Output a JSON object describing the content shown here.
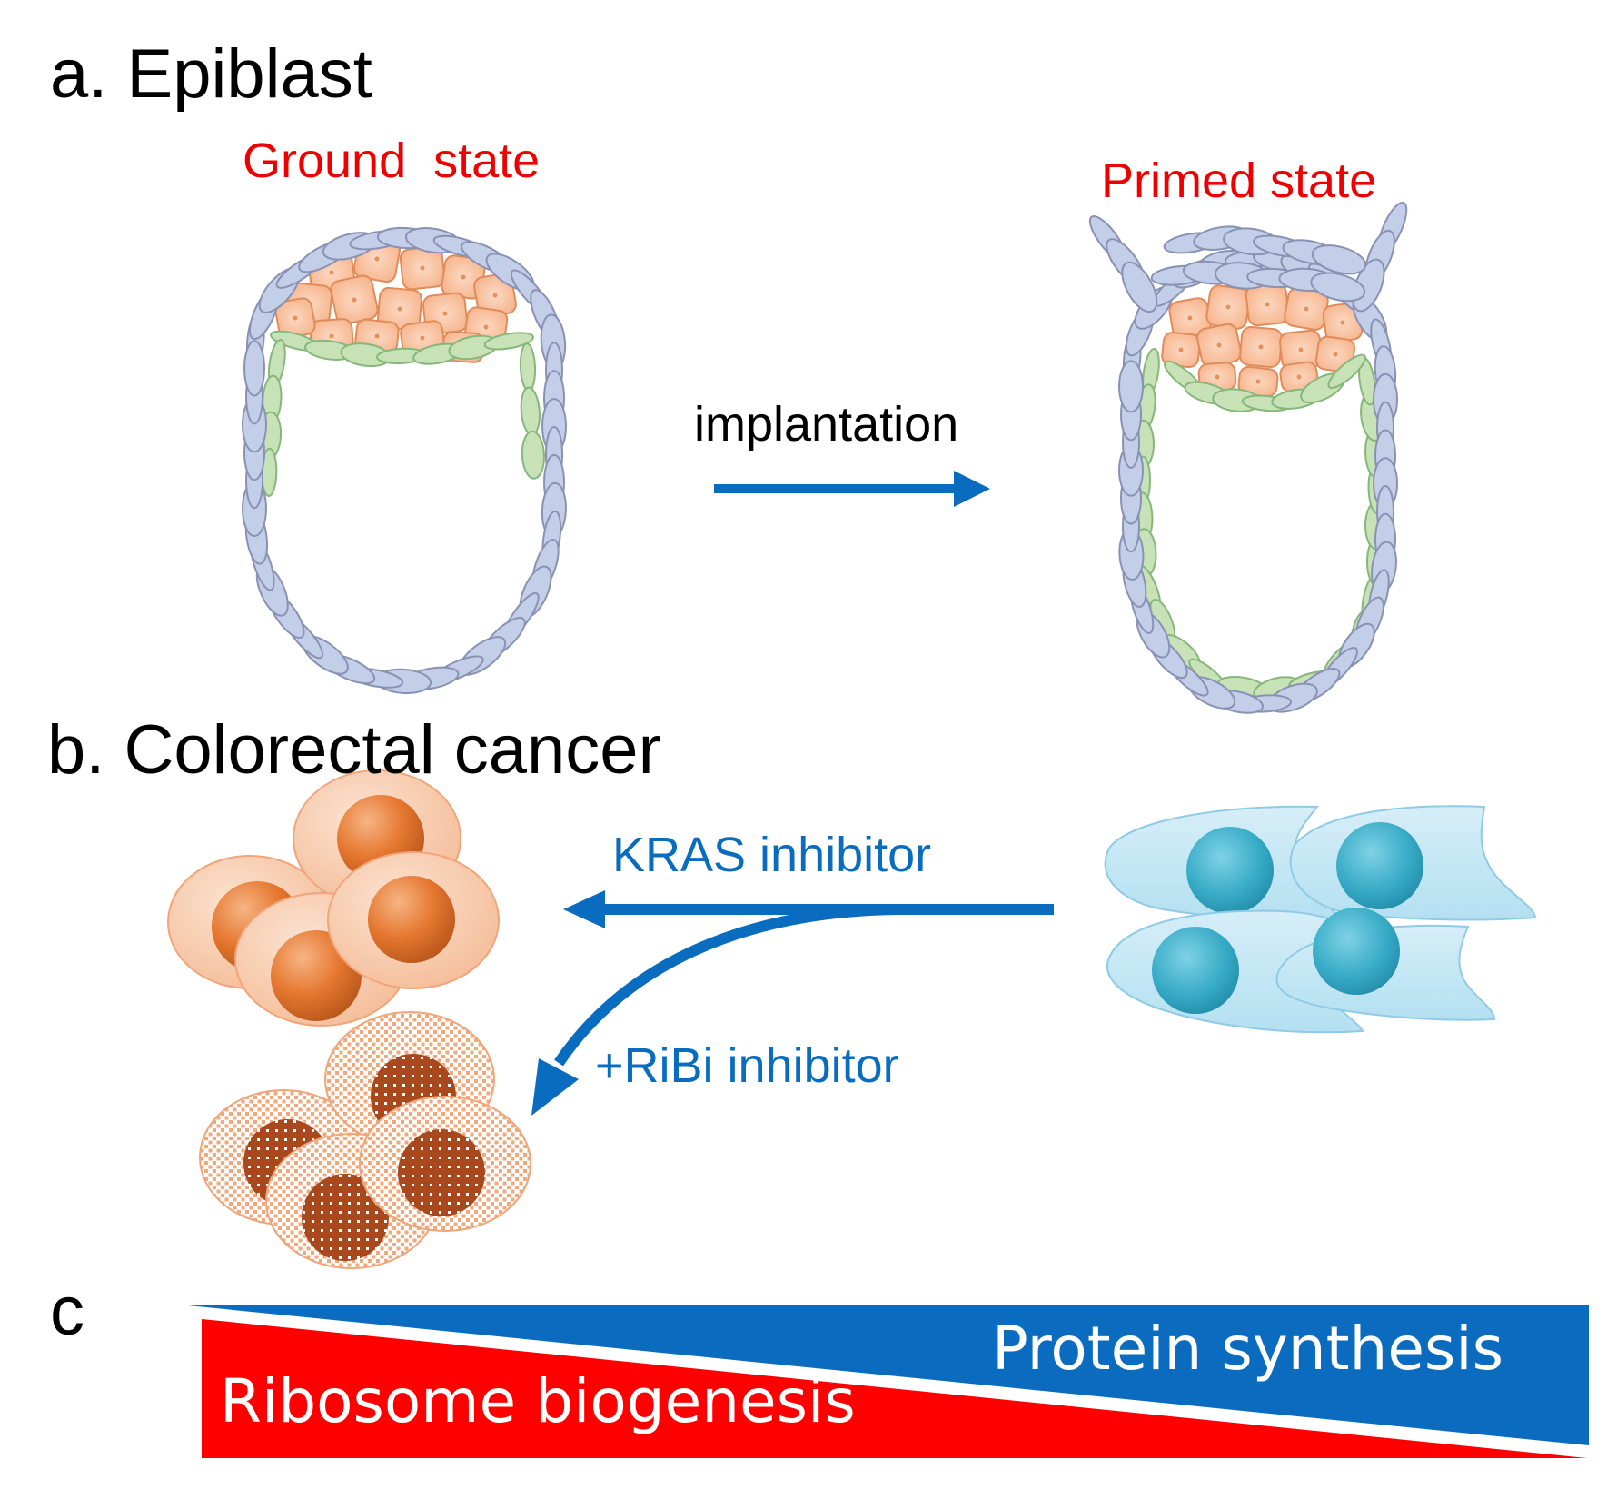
{
  "panel_a": {
    "heading": "a. Epiblast",
    "ground_state": "Ground  state",
    "primed_state": "Primed state",
    "arrow_label": "implantation"
  },
  "panel_b": {
    "heading": "b. Colorectal cancer",
    "kras_label": "KRAS inhibitor",
    "ribi_label": "+RiBi inhibitor"
  },
  "panel_c": {
    "heading": "c",
    "protein_label": "Protein synthesis",
    "ribosome_label": "Ribosome biogenesis"
  },
  "colors": {
    "state_label": "#ee0000",
    "arrow_blue": "#0a6cbf",
    "trophectoderm": "#c3cee8",
    "primitive_endoderm": "#c8e2b7",
    "epiblast": "#f8c2a0",
    "cancer_orange": "#e97d33",
    "cancer_blue": "#36aac6",
    "ribosome_red": "#ff0000",
    "protein_blue": "#0b6cbf"
  }
}
